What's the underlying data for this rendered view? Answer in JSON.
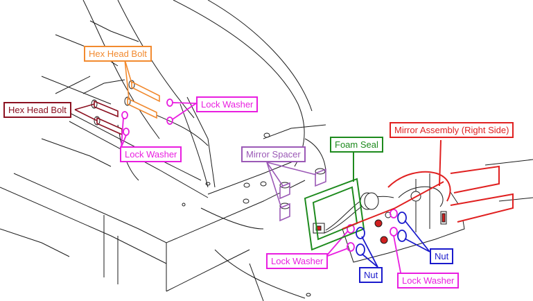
{
  "colors": {
    "hex_head_bolt_upper": "#f28a2f",
    "hex_head_bolt_lower": "#8b1020",
    "lock_washer": "#e91ee0",
    "mirror_spacer": "#9b59b6",
    "foam_seal": "#1d8a1d",
    "mirror_assembly": "#e02020",
    "nut": "#1a1acc",
    "drawing_line": "#1a1a1a"
  },
  "labels": {
    "hex_head_bolt_upper": "Hex Head Bolt",
    "hex_head_bolt_lower": "Hex Head Bolt",
    "lock_washer_top": "Lock Washer",
    "lock_washer_left": "Lock Washer",
    "mirror_spacer": "Mirror Spacer",
    "foam_seal": "Foam Seal",
    "mirror_assembly": "Mirror Assembly (Right Side)",
    "nut_right": "Nut",
    "nut_bottom": "Nut",
    "lock_washer_bottom_left": "Lock Washer",
    "lock_washer_bottom_right": "Lock Washer"
  }
}
